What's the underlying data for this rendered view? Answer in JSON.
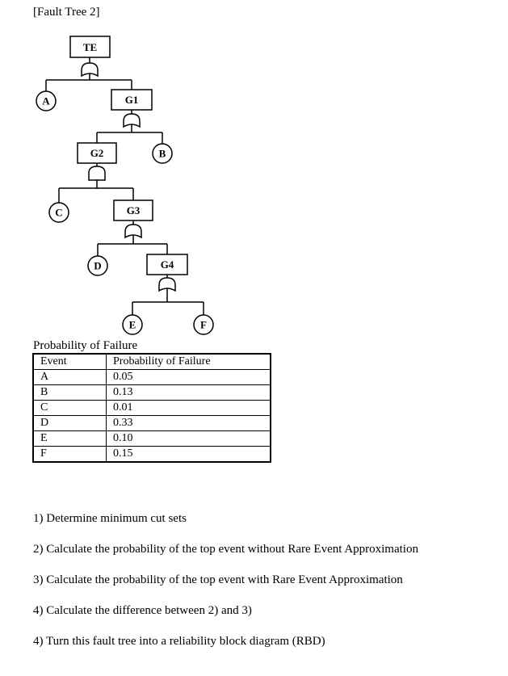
{
  "title": "[Fault Tree 2]",
  "tree": {
    "gates": [
      {
        "id": "TE",
        "label": "TE",
        "type": "OR"
      },
      {
        "id": "G1",
        "label": "G1",
        "type": "OR"
      },
      {
        "id": "G2",
        "label": "G2",
        "type": "AND"
      },
      {
        "id": "G3",
        "label": "G3",
        "type": "OR"
      },
      {
        "id": "G4",
        "label": "G4",
        "type": "OR"
      }
    ],
    "events": [
      "A",
      "B",
      "C",
      "D",
      "E",
      "F"
    ]
  },
  "probability_caption": "Probability of Failure",
  "table": {
    "headers": [
      "Event",
      "Probability of Failure"
    ],
    "rows": [
      [
        "A",
        "0.05"
      ],
      [
        "B",
        "0.13"
      ],
      [
        "C",
        "0.01"
      ],
      [
        "D",
        "0.33"
      ],
      [
        "E",
        "0.10"
      ],
      [
        "F",
        "0.15"
      ]
    ]
  },
  "questions": [
    "1) Determine minimum cut sets",
    "2) Calculate the probability of the top event without Rare Event Approximation",
    "3) Calculate the probability of the top event with Rare Event Approximation",
    "4) Calculate the difference between 2) and 3)",
    "4) Turn this fault tree into a reliability block diagram (RBD)"
  ]
}
